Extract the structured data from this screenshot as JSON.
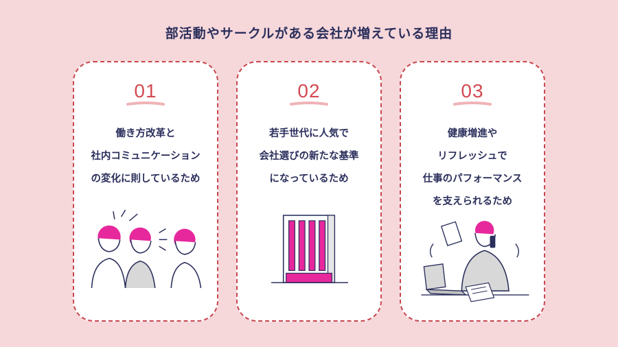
{
  "title": "部活動やサークルがある会社が増えている理由",
  "cards": [
    {
      "number": "01",
      "lines": [
        "働き方改革と",
        "社内コミュニケーション",
        "の変化に則しているため"
      ]
    },
    {
      "number": "02",
      "lines": [
        "若手世代に人気で",
        "会社選びの新たな基準",
        "になっているため"
      ]
    },
    {
      "number": "03",
      "lines": [
        "健康増進や",
        "リフレッシュで",
        "仕事のパフォーマンス",
        "を支えられるため"
      ]
    }
  ],
  "colors": {
    "background": "#f6d7da",
    "card_border": "#c8474f",
    "number": "#d44a52",
    "text": "#2b2f5c",
    "accent": "#e6289c"
  }
}
